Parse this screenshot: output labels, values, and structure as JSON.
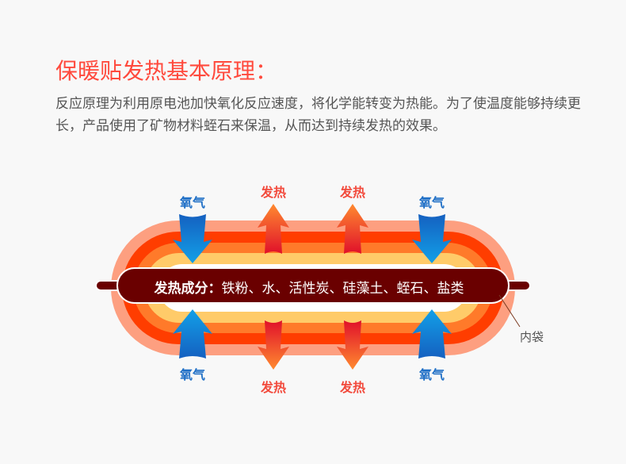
{
  "title": "保暖贴发热基本原理：",
  "description": "反应原理为利用原电池加快氧化反应速度，将化学能转变为热能。为了使温度能够持续更长，产品使用了矿物材料蛭石来保温，从而达到持续发热的效果。",
  "diagram": {
    "oxygen_label": "氧气",
    "heat_label": "发热",
    "ingredients_label": "发热成分：",
    "ingredients": "铁粉、水、活性炭、硅藻土、蛭石、盐类",
    "inner_bag_label": "内袋",
    "colors": {
      "outer": "#fd9f80",
      "red": "#ff3d00",
      "orange": "#ff7a2a",
      "yellow": "#ffcb69",
      "bag": "#6a0000",
      "oxygen": "#1a78d2",
      "heat": "#e8262a"
    }
  }
}
